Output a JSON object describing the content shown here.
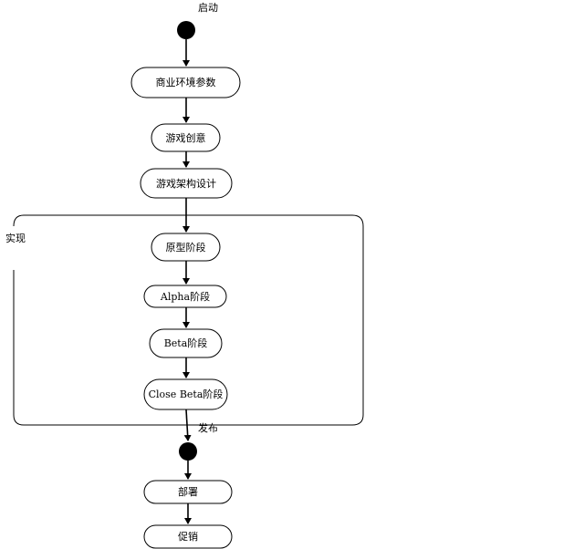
{
  "diagram": {
    "start_label": "启动",
    "region_label": "实现",
    "release_label": "发布",
    "nodes": [
      {
        "id": "business",
        "label": "商业环境参数"
      },
      {
        "id": "idea",
        "label": "游戏创意"
      },
      {
        "id": "arch",
        "label": "游戏架构设计"
      },
      {
        "id": "proto",
        "label": "原型阶段"
      },
      {
        "id": "alpha",
        "label": "Alpha阶段"
      },
      {
        "id": "beta",
        "label": "Beta阶段"
      },
      {
        "id": "closebeta",
        "label": "Close Beta阶段"
      },
      {
        "id": "deploy",
        "label": "部署"
      },
      {
        "id": "promo",
        "label": "促销"
      }
    ],
    "colors": {
      "stroke": "#000000",
      "fill": "#ffffff",
      "dot": "#000000"
    }
  }
}
